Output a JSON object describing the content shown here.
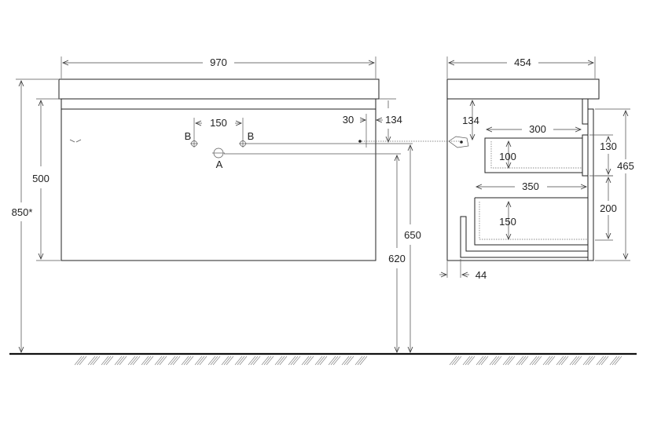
{
  "front": {
    "width": "970",
    "height_total": "850*",
    "height_body": "500",
    "gap_top": "134",
    "pipe_offset": "30",
    "pipe_spacing": "150",
    "label_b_left": "B",
    "label_b_right": "B",
    "label_a": "A",
    "floor_to_drain": "620",
    "floor_to_supply": "650"
  },
  "side": {
    "depth": "454",
    "gap_top": "134",
    "drawer1_depth": "300",
    "drawer1_inner_h": "100",
    "drawer1_h": "130",
    "total_h": "465",
    "drawer2_depth": "350",
    "drawer2_inner_h": "150",
    "drawer2_h": "200",
    "wall_gap": "44"
  }
}
